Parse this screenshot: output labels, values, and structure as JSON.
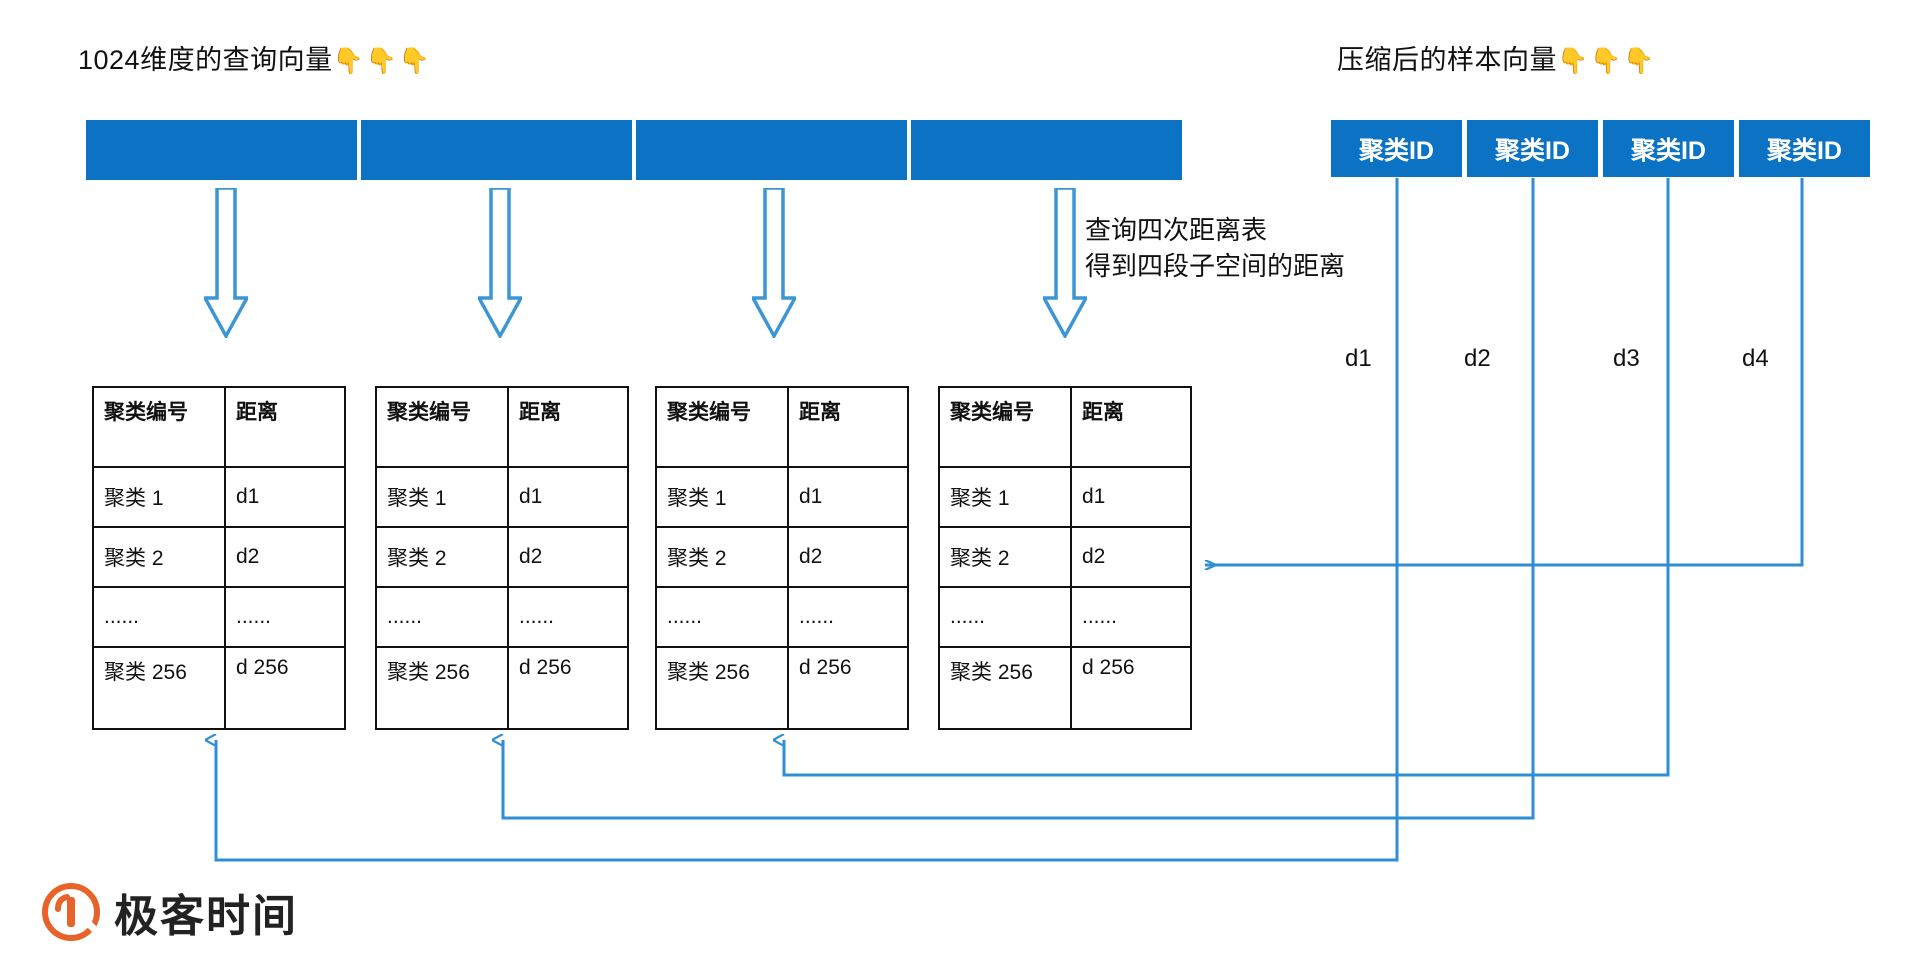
{
  "titles": {
    "left": "1024维度的查询向量",
    "left_hands": "👇👇👇",
    "right": "压缩后的样本向量",
    "right_hands": "👇👇👇"
  },
  "colors": {
    "brand_blue": "#0B72C4",
    "arrow_blue": "#3C96D4",
    "connector_blue": "#2E8FD4",
    "logo_orange": "#E8632A",
    "table_border": "#111111"
  },
  "query_vector": {
    "segment_count": 4,
    "segments": [
      "",
      "",
      "",
      ""
    ]
  },
  "compressed_vector": {
    "cells": [
      {
        "label": "聚类ID"
      },
      {
        "label": "聚类ID"
      },
      {
        "label": "聚类ID"
      },
      {
        "label": "聚类ID"
      }
    ]
  },
  "distance_labels": [
    "d1",
    "d2",
    "d3",
    "d4"
  ],
  "annotation": {
    "line1": "查询四次距离表",
    "line2": "得到四段子空间的距离"
  },
  "tables": [
    {
      "headers": [
        "聚类编号",
        "距离"
      ],
      "rows": [
        [
          "聚类 1",
          "d1"
        ],
        [
          "聚类 2",
          "d2"
        ],
        [
          "......",
          "......"
        ],
        [
          "聚类 256",
          "d 256"
        ]
      ]
    },
    {
      "headers": [
        "聚类编号",
        "距离"
      ],
      "rows": [
        [
          "聚类 1",
          "d1"
        ],
        [
          "聚类 2",
          "d2"
        ],
        [
          "......",
          "......"
        ],
        [
          "聚类 256",
          "d 256"
        ]
      ]
    },
    {
      "headers": [
        "聚类编号",
        "距离"
      ],
      "rows": [
        [
          "聚类 1",
          "d1"
        ],
        [
          "聚类 2",
          "d2"
        ],
        [
          "......",
          "......"
        ],
        [
          "聚类 256",
          "d 256"
        ]
      ]
    },
    {
      "headers": [
        "聚类编号",
        "距离"
      ],
      "rows": [
        [
          "聚类 1",
          "d1"
        ],
        [
          "聚类 2",
          "d2"
        ],
        [
          "......",
          "......"
        ],
        [
          "聚类 256",
          "d 256"
        ]
      ]
    }
  ],
  "logo": {
    "text": "极客时间",
    "mark": "geektime-logo-icon"
  }
}
